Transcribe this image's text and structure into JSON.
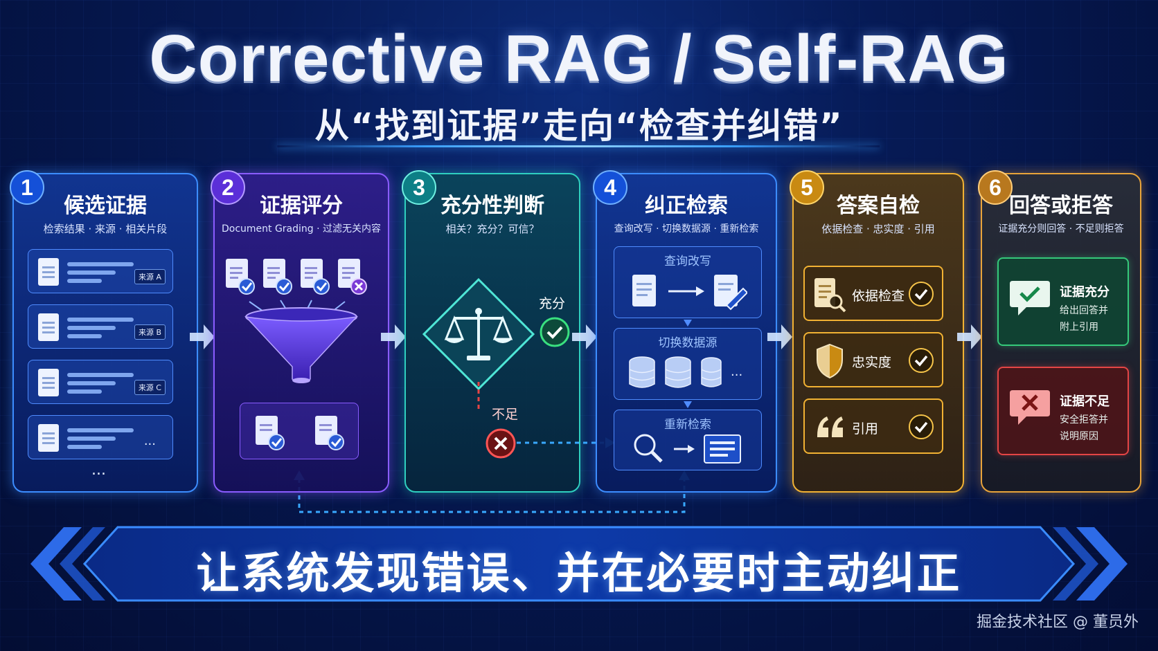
{
  "header": {
    "title": "Corrective RAG / Self-RAG",
    "subtitle": "从“找到证据”走向“检查并纠错”"
  },
  "steps": [
    {
      "number": "1",
      "title": "候选证据",
      "subtitle": "检索结果 · 来源 · 相关片段",
      "sources": [
        "来源 A",
        "来源 B",
        "来源 C"
      ],
      "more": "...",
      "footer_more": "..."
    },
    {
      "number": "2",
      "title": "证据评分",
      "subtitle": "Document Grading · 过滤无关内容"
    },
    {
      "number": "3",
      "title": "充分性判断",
      "subtitle": "相关？充分？可信？",
      "yes_label": "充分",
      "no_label": "不足"
    },
    {
      "number": "4",
      "title": "纠正检索",
      "subtitle": "查询改写 · 切换数据源 · 重新检索",
      "boxes": [
        "查询改写",
        "切换数据源",
        "重新检索"
      ],
      "more": "..."
    },
    {
      "number": "5",
      "title": "答案自检",
      "subtitle": "依据检查 · 忠实度 · 引用",
      "checks": [
        "依据检查",
        "忠实度",
        "引用"
      ]
    },
    {
      "number": "6",
      "title": "回答或拒答",
      "subtitle": "证据充分则回答 · 不足则拒答",
      "ok": {
        "title": "证据充分",
        "line1": "给出回答并",
        "line2": "附上引用"
      },
      "bad": {
        "title": "证据不足",
        "line1": "安全拒答并",
        "line2": "说明原因"
      }
    }
  ],
  "banner": "让系统发现错误、并在必要时主动纠正",
  "watermark": "掘金技术社区 @ 董员外",
  "colors": {
    "blue": "#3c8dff",
    "purple": "#8a5cff",
    "teal": "#2fd0c0",
    "gold": "#f2b233",
    "orange": "#e9a43a",
    "green": "#35c97a",
    "red": "#e44545"
  }
}
